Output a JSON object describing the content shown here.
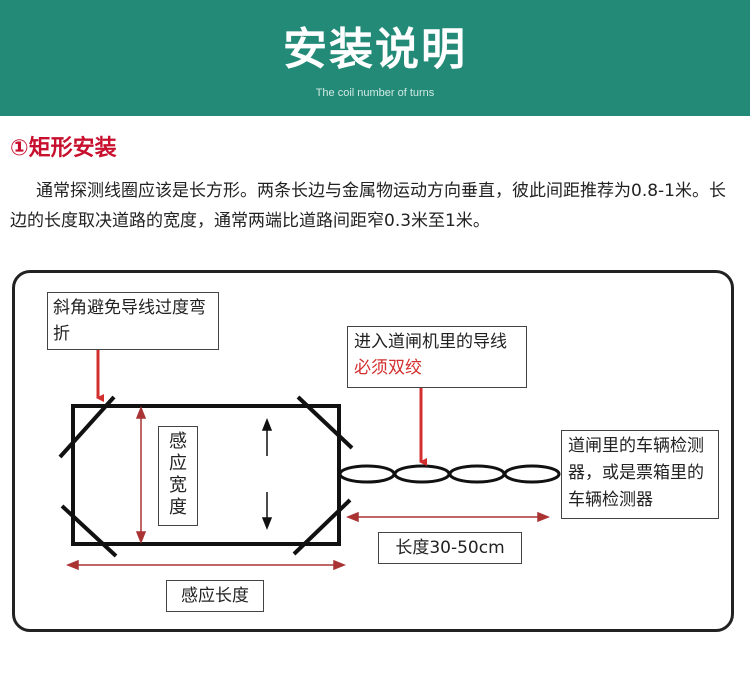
{
  "banner": {
    "title": "安装说明",
    "subtitle": "The coil number of turns",
    "background": "#248a78"
  },
  "section": {
    "heading": "①矩形安装",
    "intro": "通常探测线圈应该是长方形。两条长边与金属物运动方向垂直，彼此间距推荐为0.8-1米。长边的长度取决道路的宽度，通常两端比道路间距窄0.3米至1米。"
  },
  "diagram": {
    "corner_note": "斜角避免导线过度弯折",
    "twist_note_prefix": "进入道闸机里的导线",
    "twist_note_highlight": "必须双绞",
    "detector_note": "道闸里的车辆检测器，或是票箱里的车辆检测器",
    "width_label": "感应宽度",
    "length_label": "感应长度",
    "lead_length_label": "长度30-50cm",
    "accent_color": "#d32f2f",
    "line_color": "#111111"
  }
}
